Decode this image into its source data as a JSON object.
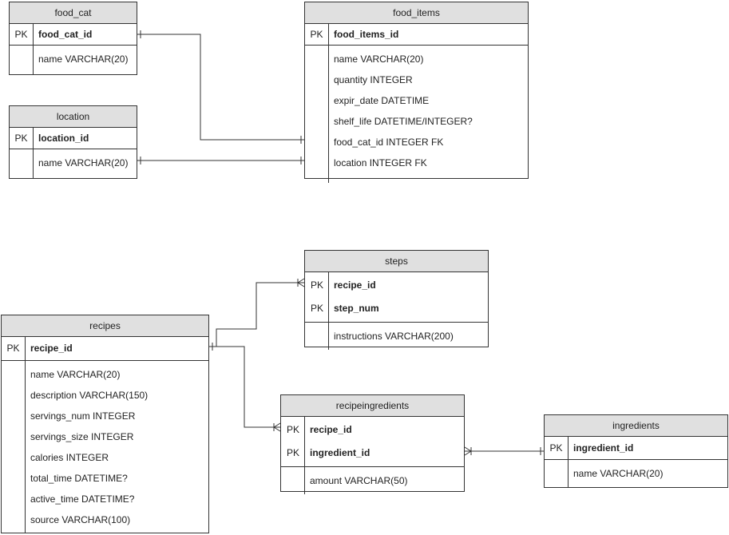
{
  "tables": {
    "food_cat": {
      "title": "food_cat",
      "pk": [
        {
          "key": "PK",
          "field": "food_cat_id"
        }
      ],
      "fields": [
        "name VARCHAR(20)"
      ]
    },
    "location": {
      "title": "location",
      "pk": [
        {
          "key": "PK",
          "field": "location_id"
        }
      ],
      "fields": [
        "name VARCHAR(20)"
      ]
    },
    "food_items": {
      "title": "food_items",
      "pk": [
        {
          "key": "PK",
          "field": "food_items_id"
        }
      ],
      "fields": [
        "name VARCHAR(20)",
        "quantity INTEGER",
        "expir_date DATETIME",
        "shelf_life DATETIME/INTEGER?",
        "food_cat_id INTEGER FK",
        "location INTEGER FK"
      ]
    },
    "steps": {
      "title": "steps",
      "pk": [
        {
          "key": "PK",
          "field": "recipe_id"
        },
        {
          "key": "PK",
          "field": "step_num"
        }
      ],
      "fields": [
        "instructions VARCHAR(200)"
      ]
    },
    "recipes": {
      "title": "recipes",
      "pk": [
        {
          "key": "PK",
          "field": "recipe_id"
        }
      ],
      "fields": [
        "name VARCHAR(20)",
        "description VARCHAR(150)",
        "servings_num INTEGER",
        "servings_size INTEGER",
        "calories INTEGER",
        "total_time DATETIME?",
        "active_time DATETIME?",
        "source VARCHAR(100)"
      ]
    },
    "recipeingredients": {
      "title": "recipeingredients",
      "pk": [
        {
          "key": "PK",
          "field": "recipe_id"
        },
        {
          "key": "PK",
          "field": "ingredient_id"
        }
      ],
      "fields": [
        "amount VARCHAR(50)"
      ]
    },
    "ingredients": {
      "title": "ingredients",
      "pk": [
        {
          "key": "PK",
          "field": "ingredient_id"
        }
      ],
      "fields": [
        "name VARCHAR(20)"
      ]
    }
  }
}
